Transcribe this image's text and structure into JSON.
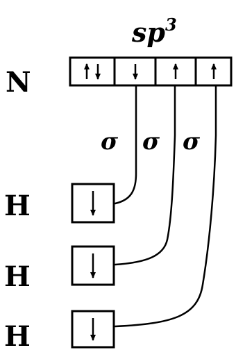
{
  "hybridization": {
    "base": "sp",
    "superscript": "3"
  },
  "nitrogen": {
    "label": "N",
    "orbitals": [
      {
        "electrons": [
          "up",
          "down"
        ]
      },
      {
        "electrons": [
          "down"
        ]
      },
      {
        "electrons": [
          "up"
        ]
      },
      {
        "electrons": [
          "up"
        ]
      }
    ]
  },
  "bonds": [
    {
      "label": "σ"
    },
    {
      "label": "σ"
    },
    {
      "label": "σ"
    }
  ],
  "hydrogens": [
    {
      "label": "H",
      "electrons": [
        "down"
      ]
    },
    {
      "label": "H",
      "electrons": [
        "down"
      ]
    },
    {
      "label": "H",
      "electrons": [
        "down"
      ]
    }
  ]
}
